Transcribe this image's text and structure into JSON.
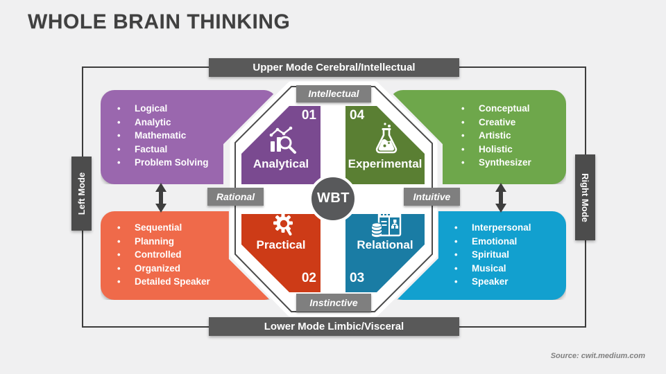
{
  "title": "WHOLE BRAIN THINKING",
  "source": "Source: cwit.medium.com",
  "frame": {
    "top_bar": "Upper Mode Cerebral/Intellectual",
    "bottom_bar": "Lower Mode Limbic/Visceral",
    "left_bar": "Left Mode",
    "right_bar": "Right Mode"
  },
  "center": {
    "abbr": "WBT"
  },
  "axis_tags": {
    "top": "Intellectual",
    "bottom": "Instinctive",
    "left": "Rational",
    "right": "Intuitive"
  },
  "quadrants": [
    {
      "id": "analytical",
      "number": "01",
      "label": "Analytical",
      "icon": "bar-chart-magnifier-icon",
      "traits": [
        "Logical",
        "Analytic",
        "Mathematic",
        "Factual",
        "Problem Solving"
      ],
      "box_color": "#9a67ae",
      "segment_color": "#7a4a90"
    },
    {
      "id": "experimental",
      "number": "04",
      "label": "Experimental",
      "icon": "flask-icon",
      "traits": [
        "Conceptual",
        "Creative",
        "Artistic",
        "Holistic",
        "Synthesizer"
      ],
      "box_color": "#6ea74b",
      "segment_color": "#5a7f33"
    },
    {
      "id": "practical",
      "number": "02",
      "label": "Practical",
      "icon": "gear-magnifier-icon",
      "traits": [
        "Sequential",
        "Planning",
        "Controlled",
        "Organized",
        "Detailed Speaker"
      ],
      "box_color": "#ef6a4a",
      "segment_color": "#cd3b17"
    },
    {
      "id": "relational",
      "number": "03",
      "label": "Relational",
      "icon": "database-window-icon",
      "traits": [
        "Interpersonal",
        "Emotional",
        "Spiritual",
        "Musical",
        "Speaker"
      ],
      "box_color": "#12a0cf",
      "segment_color": "#1a7ca4"
    }
  ],
  "colors": {
    "background": "#f0f0f1",
    "frame_border": "#3c3c3c",
    "mode_bar": "#595959",
    "side_mode_bar": "#4c4c4c",
    "axis_tag": "#7f7f7f",
    "center_circle": "#58595b",
    "octagon_outline": "#4a4a4a",
    "arrow": "#3e3e3e",
    "title_text": "#404040",
    "source_text": "#808080"
  }
}
